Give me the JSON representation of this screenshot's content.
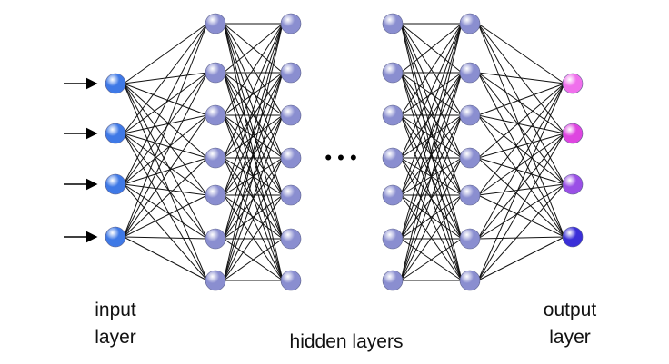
{
  "labels": {
    "input": [
      "input",
      "layer"
    ],
    "hidden": "hidden layers",
    "output": [
      "output",
      "layer"
    ]
  },
  "network": {
    "input_nodes": 4,
    "hidden_layers_shown": 4,
    "hidden_nodes_per_layer": 7,
    "output_nodes": 4,
    "ellipsis": "• • •"
  },
  "colors": {
    "input_node": "#3f79e6",
    "hidden_node": "#8a8ed0",
    "output_nodes": [
      "#f070ec",
      "#de45e0",
      "#9a4fe6",
      "#3a2fd8"
    ],
    "edge": "#111111",
    "arrow": "#000000"
  }
}
